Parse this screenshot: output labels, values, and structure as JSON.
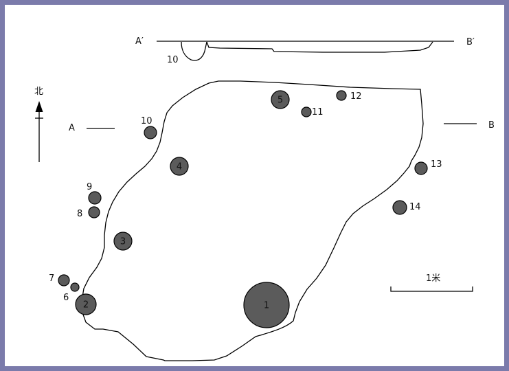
{
  "section": {
    "left_label": "A′",
    "right_label": "B′",
    "feature_label": "10"
  },
  "plan": {
    "a_label": "A",
    "b_label": "B"
  },
  "north": {
    "label": "北",
    "icon": "north-arrow-icon"
  },
  "postholes": [
    {
      "label": "1"
    },
    {
      "label": "2"
    },
    {
      "label": "3"
    },
    {
      "label": "4"
    },
    {
      "label": "5"
    },
    {
      "label": "6"
    },
    {
      "label": "7"
    },
    {
      "label": "8"
    },
    {
      "label": "9"
    },
    {
      "label": "10"
    },
    {
      "label": "11"
    },
    {
      "label": "12"
    },
    {
      "label": "13"
    },
    {
      "label": "14"
    }
  ],
  "scale": {
    "label": "1米"
  },
  "colors": {
    "frame": "#7b7bab",
    "background": "#ffffff",
    "posthole_fill": "#5b5b5b",
    "ink": "#000000"
  }
}
